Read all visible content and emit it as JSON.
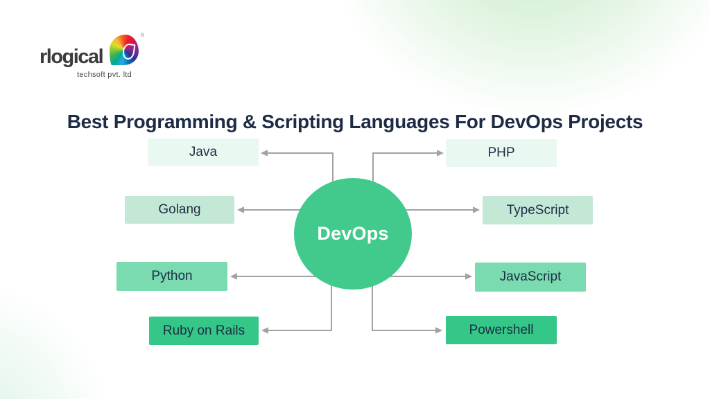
{
  "title": "Best Programming & Scripting Languages For DevOps Projects",
  "logo": {
    "brand": "rlogical",
    "subtitle": "techsoft pvt. ltd",
    "registered_mark": "®",
    "mark_icon": "rainbow-leaf-icon"
  },
  "diagram": {
    "center": {
      "label": "DevOps",
      "color": "#42ca8d",
      "text_color": "#ffffff"
    },
    "connector_color": "#a2a2a2",
    "text_color": "#1d2d44",
    "left_boxes": [
      {
        "label": "Java",
        "color": "#e9f8f0"
      },
      {
        "label": "Golang",
        "color": "#c3e9d6"
      },
      {
        "label": "Python",
        "color": "#7adbb0"
      },
      {
        "label": "Ruby on Rails",
        "color": "#34c787"
      }
    ],
    "right_boxes": [
      {
        "label": "PHP",
        "color": "#e9f8f0"
      },
      {
        "label": "TypeScript",
        "color": "#c3e9d6"
      },
      {
        "label": "JavaScript",
        "color": "#7adbb0"
      },
      {
        "label": "Powershell",
        "color": "#34c787"
      }
    ]
  },
  "background": {
    "corner_tint": "#d4efd2"
  }
}
